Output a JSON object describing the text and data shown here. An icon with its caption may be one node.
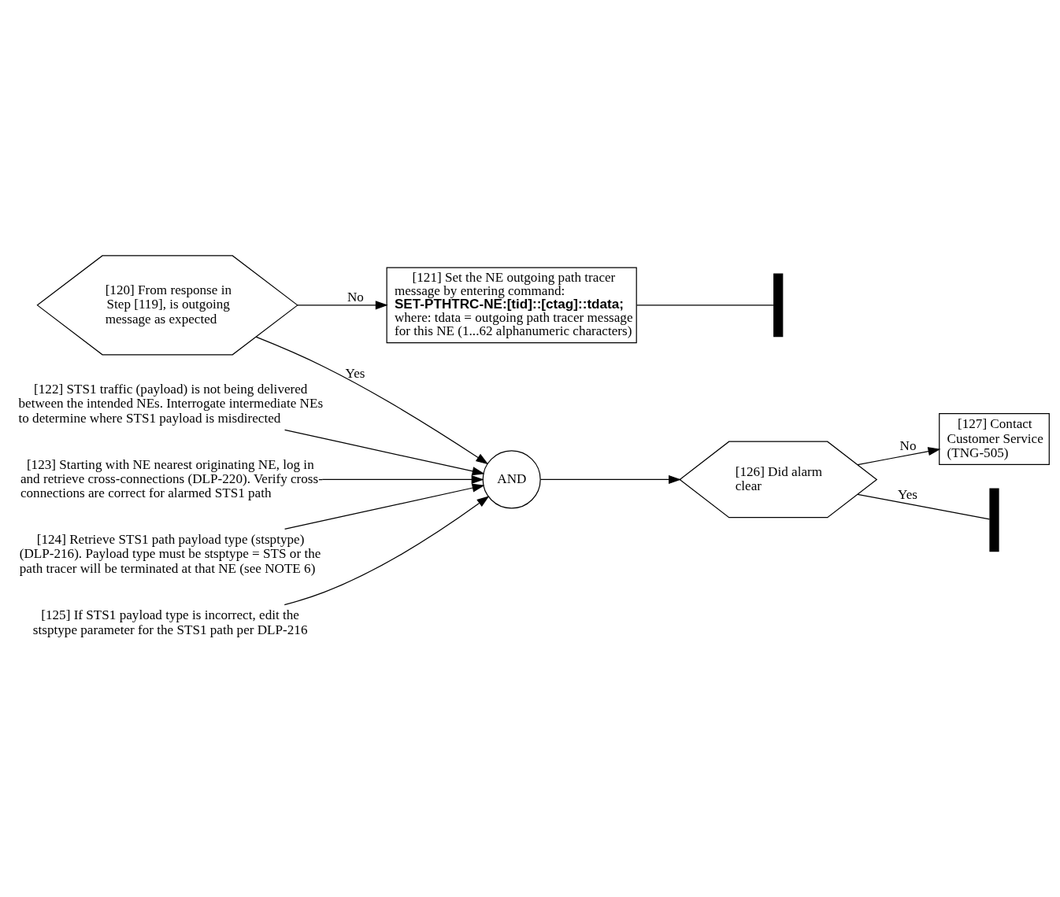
{
  "diagram": {
    "nodes": [
      {
        "text": [
          "[120] From response in Step [119], is outgoing message as expected"
        ]
      },
      {
        "text": [
          "[121] Set the NE outgoing path tracer message by entering command:",
          "SET-PTHTRC-NE:[tid]::[ctag]::tdata;",
          "where: tdata = outgoing path tracer message for this NE (1...62 alphanumeric characters)"
        ]
      },
      {
        "text": [],
        "shape": "bar"
      },
      {
        "text": [
          "[122] STS1 traffic (payload) is not being delivered between the intended NEs. Interrogate intermediate NEs to determine where STS1 payload is misdirected"
        ]
      },
      {
        "text": [
          "[123] Starting with NE nearest originating NE, log in and retrieve cross-connections (DLP-220). Verify cross-connections are correct for alarmed STS1 path"
        ]
      },
      {
        "text": [
          "[124] Retrieve STS1 path payload type (stsptype) (DLP-216). Payload type must be stsptype = STS or the path tracer will be terminated at that NE (see NOTE 6)"
        ]
      },
      {
        "text": [
          "[125] If STS1 payload type is incorrect, edit the stsptype parameter for the STS1 path per DLP-216"
        ]
      },
      {
        "text": [
          "AND"
        ]
      },
      {
        "text": [
          "[126] Did alarm clear"
        ]
      },
      {
        "text": [
          "[127] Contact Customer Service (TNG-505)"
        ]
      },
      {
        "text": [],
        "shape": "bar"
      }
    ],
    "edges": [
      {
        "from": 0,
        "to": 1,
        "arrow": "to",
        "label": "No"
      },
      {
        "from": 0,
        "to": 7,
        "arrow": "to",
        "label": "Yes"
      },
      {
        "from": 1,
        "to": 2,
        "arrow": "none"
      },
      {
        "from": 3,
        "to": 7,
        "arrow": "to"
      },
      {
        "from": 4,
        "to": 7,
        "arrow": "to"
      },
      {
        "from": 5,
        "to": 7,
        "arrow": "to"
      },
      {
        "from": 6,
        "to": 7,
        "arrow": "to"
      },
      {
        "from": 7,
        "to": 8,
        "arrow": "to"
      },
      {
        "from": 8,
        "to": 9,
        "arrow": "to",
        "label": "No"
      },
      {
        "from": 8,
        "to": 10,
        "arrow": "none",
        "label": "Yes"
      }
    ]
  }
}
